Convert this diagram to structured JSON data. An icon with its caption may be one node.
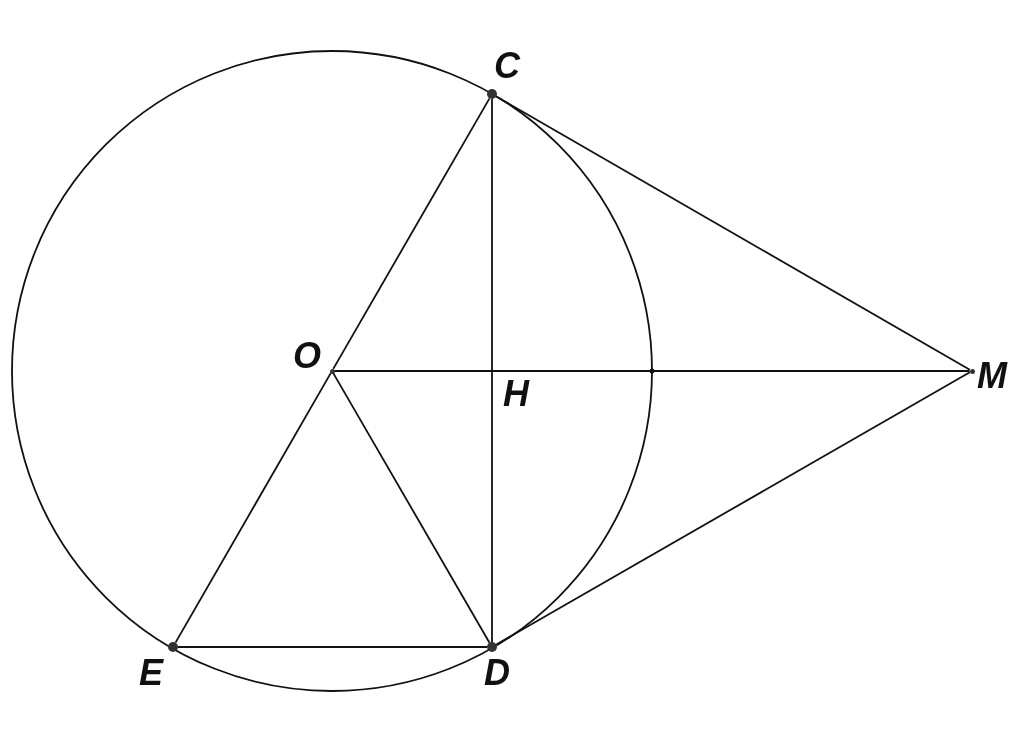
{
  "diagram": {
    "nodes": [
      {
        "text": [],
        "shape": "circle",
        "beside": [
          "C"
        ]
      },
      {
        "text": [],
        "shape": "circle",
        "beside": [
          "O"
        ]
      },
      {
        "text": [],
        "shape": "circle",
        "beside": [
          "M"
        ]
      },
      {
        "text": [],
        "shape": "circle",
        "beside": [
          "E"
        ]
      },
      {
        "text": [],
        "shape": "circle",
        "beside": [
          "D"
        ]
      }
    ],
    "edges": [
      {
        "from": 0,
        "to": 1,
        "arrow": "none"
      },
      {
        "from": 1,
        "to": 3,
        "arrow": "none"
      },
      {
        "from": 0,
        "to": 4,
        "arrow": "none"
      },
      {
        "from": 1,
        "to": 2,
        "arrow": "none"
      },
      {
        "from": 1,
        "to": 4,
        "arrow": "none"
      },
      {
        "from": 3,
        "to": 4,
        "arrow": "none"
      },
      {
        "from": 4,
        "to": 2,
        "arrow": "none"
      },
      {
        "from": 0,
        "to": 2,
        "arrow": "none"
      }
    ],
    "labels": [
      "H"
    ]
  }
}
